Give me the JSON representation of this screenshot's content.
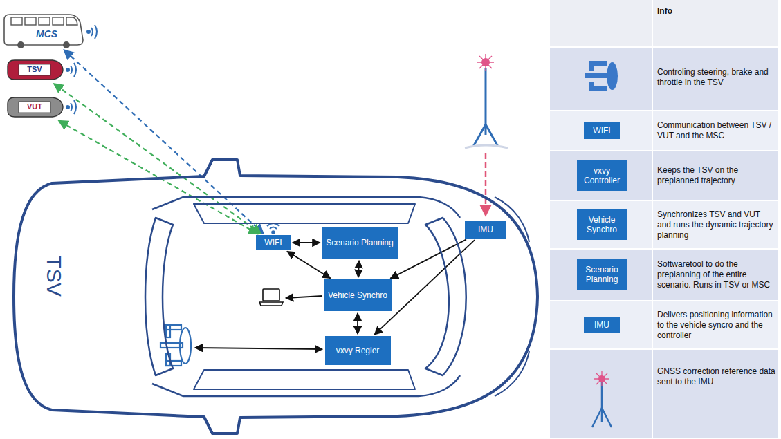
{
  "diagram": {
    "nodes": [
      {
        "text": [
          "MCS"
        ]
      },
      {
        "text": [
          "TSV"
        ]
      },
      {
        "text": [
          "VUT"
        ]
      },
      {
        "text": [
          "TSV"
        ]
      },
      {
        "text": [
          "WIFI"
        ],
        "in": 3
      },
      {
        "text": [
          "Scenario Planning"
        ],
        "in": 3
      },
      {
        "text": [
          "Vehicle Synchro"
        ],
        "in": 3
      },
      {
        "text": [
          "vxvy Regler"
        ],
        "in": 3
      },
      {
        "text": [
          "IMU"
        ],
        "in": 3
      },
      {
        "text": [
          "WIFI"
        ]
      },
      {
        "text": [
          "vxvy Controller"
        ]
      },
      {
        "text": [
          "Vehicle Synchro"
        ]
      },
      {
        "text": [
          "Scenario Planning"
        ]
      },
      {
        "text": [
          "IMU"
        ]
      }
    ],
    "edges": [
      {
        "from": 4,
        "to": 0,
        "arrow": "both"
      },
      {
        "from": 4,
        "to": 1,
        "arrow": "both"
      },
      {
        "from": 4,
        "to": 2,
        "arrow": "both"
      },
      {
        "from": 4,
        "to": 5,
        "arrow": "both"
      },
      {
        "from": 4,
        "to": 6,
        "arrow": "both"
      },
      {
        "from": 5,
        "to": 6,
        "arrow": "both"
      },
      {
        "from": 6,
        "to": 7,
        "arrow": "both"
      },
      {
        "from": 8,
        "to": 6,
        "arrow": "to"
      },
      {
        "from": 8,
        "to": 7,
        "arrow": "to"
      }
    ],
    "labels": [
      "Info",
      "Controling steering, brake and throttle in the TSV",
      "Communication between TSV / VUT and the MSC",
      "Keeps the TSV on the preplanned trajectory",
      "Synchronizes TSV and VUT and runs the dynamic trajectory planning",
      "Softwaretool to do the preplanning of the entire scenario. Runs in TSV or MSC",
      "Delivers positioning information to the vehicle syncro and the controller",
      "GNSS correction reference data sent to the IMU"
    ]
  }
}
